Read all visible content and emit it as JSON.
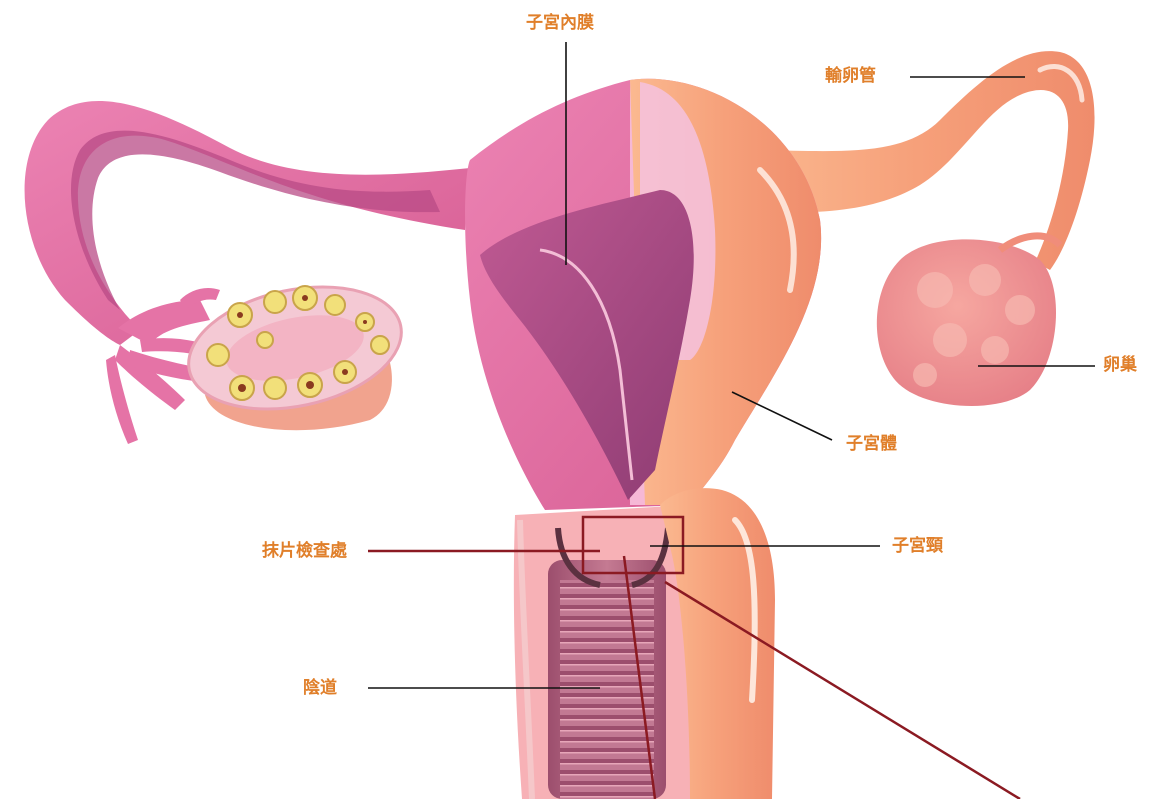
{
  "labels": {
    "endometrium": "子宮內膜",
    "fallopian_tube": "輸卵管",
    "ovary": "卵巢",
    "uterine_body": "子宮體",
    "cervix": "子宮頸",
    "smear_site": "抹片檢查處",
    "vagina": "陰道"
  },
  "colors": {
    "label_text": "#e07f2a",
    "leader_line": "#111111",
    "smear_line": "#8b1a22",
    "uterus_pink": "#e66fa2",
    "uterus_peach": "#f7a77e"
  }
}
